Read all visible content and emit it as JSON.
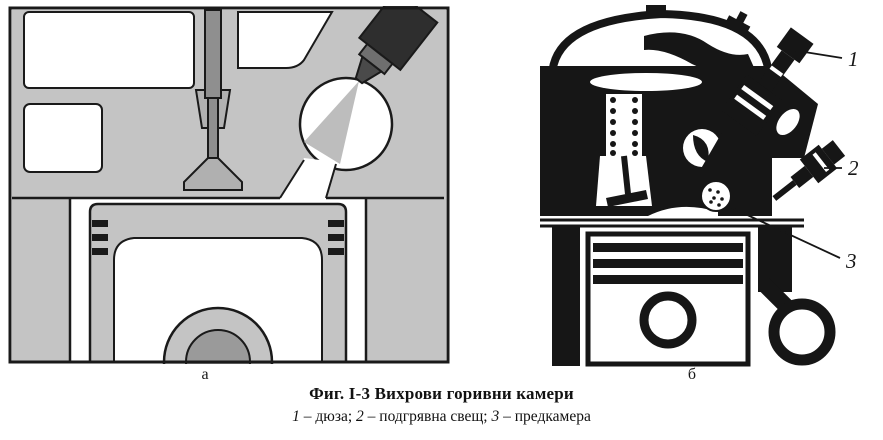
{
  "figure": {
    "panel_a_label": "а",
    "panel_b_label": "б",
    "caption_title": "Фиг. I-3 Вихрови горивни камери",
    "callouts": {
      "n1": "1",
      "n2": "2",
      "n3": "3"
    },
    "legend": [
      {
        "num": "1",
        "text": " – дюза; "
      },
      {
        "num": "2",
        "text": " – подгрявна свещ; "
      },
      {
        "num": "3",
        "text": " – предкамера"
      }
    ]
  },
  "colors": {
    "ink": "#161616",
    "shade_gray": "#c4c4c4",
    "paper": "#ffffff"
  }
}
